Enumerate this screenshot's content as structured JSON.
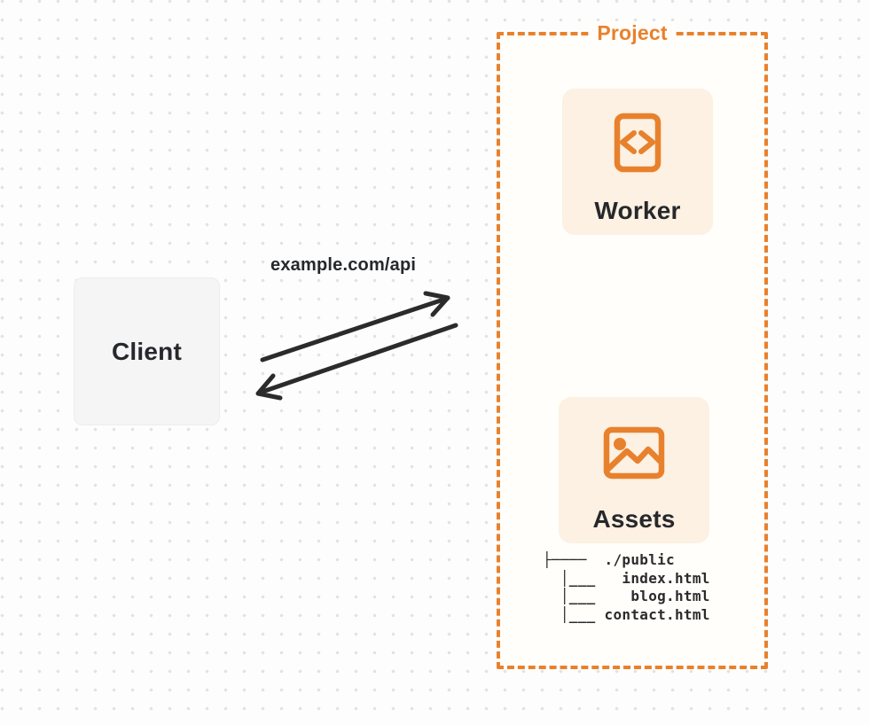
{
  "theme": {
    "accent": "#E8812D",
    "card_bg": "#FCF1E2",
    "arrow_color": "#2B2B2B",
    "text_dark": "#26282B",
    "client_bg": "#F5F5F6",
    "dot_color": "#E3E3E5",
    "project_bg": "#FFFEFB",
    "page_bg": "#FDFDFD"
  },
  "client": {
    "label": "Client"
  },
  "request": {
    "label": "example.com/api"
  },
  "project": {
    "title": "Project",
    "worker": {
      "label": "Worker",
      "icon": "code-file-icon"
    },
    "assets": {
      "label": "Assets",
      "icon": "image-icon"
    },
    "file_tree_lines": [
      "├────  ./public",
      "  │___   index.html",
      "  │___    blog.html",
      "  │___ contact.html"
    ]
  }
}
